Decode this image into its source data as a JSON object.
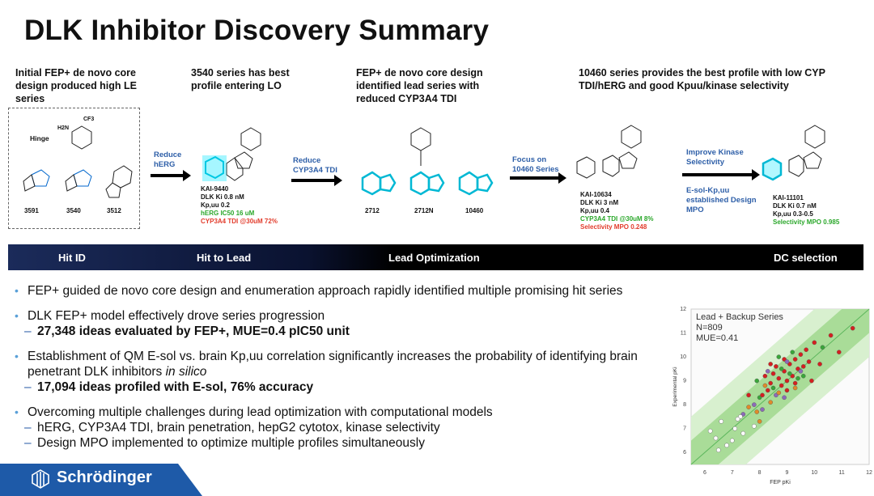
{
  "title": "DLK Inhibitor Discovery Summary",
  "captions": {
    "hit": "Initial FEP+ de novo core design produced high LE series",
    "lo_entry": "3540 series has best profile entering LO",
    "lead_series": "FEP+ de novo core design identified lead series with reduced CYP3A4 TDI",
    "best_profile": "10460 series provides the best profile with low CYP TDI/hERG and good Kpuu/kinase selectivity"
  },
  "hit_box": {
    "hinge_label": "Hinge",
    "series": [
      "3591",
      "3540",
      "3512"
    ]
  },
  "arrows": {
    "a1": "Reduce hERG",
    "a2": "Reduce CYP3A4 TDI",
    "a3": "Focus on 10460 Series",
    "a4_top": "Improve Kinase Selectivity",
    "a4_bottom": "E-sol-Kp,uu established Design MPO"
  },
  "compounds": {
    "kai9440": {
      "name": "KAI-9440",
      "ki": "DLK Ki 0.8 nM",
      "kpuu": "Kp,uu 0.2",
      "herg": "hERG IC50 16 uM",
      "cyp": "CYP3A4 TDI @30uM 72%"
    },
    "cores": [
      "2712",
      "2712N",
      "10460"
    ],
    "kai10634": {
      "name": "KAI-10634",
      "ki": "DLK Ki 3 nM",
      "kpuu": "Kp,uu 0.4",
      "cyp": "CYP3A4 TDI @30uM 8%",
      "mpo": "Selectivity MPO 0.248"
    },
    "kai11101": {
      "name": "KAI-11101",
      "ki": "DLK Ki 0.7 nM",
      "kpuu": "Kp,uu 0.3-0.5",
      "mpo": "Selectivity MPO 0.985"
    }
  },
  "stages": [
    "Hit ID",
    "Hit to Lead",
    "Lead Optimization",
    "DC selection"
  ],
  "bullets": {
    "b1": "FEP+ guided de novo core design and enumeration approach rapidly identified multiple promising hit series",
    "b2": "DLK FEP+ model effectively drove series progression",
    "b2_sub": "27,348 ideas evaluated by FEP+, MUE=0.4 pIC50 unit",
    "b3a": "Establishment of QM E-sol vs. brain Kp,uu correlation significantly increases the probability of identifying brain penetrant DLK inhibitors ",
    "b3_italic": "in silico",
    "b3_sub": "17,094 ideas profiled with E-sol, 76% accuracy",
    "b4": "Overcoming multiple challenges during lead optimization with computational models",
    "b4_sub1": "hERG, CYP3A4 TDI, brain penetration, hepG2 cytotox, kinase selectivity",
    "b4_sub2": "Design MPO implemented to optimize multiple profiles simultaneously"
  },
  "chart_data": {
    "type": "scatter",
    "legend_text": [
      "Lead + Backup Series",
      "N=809",
      "MUE=0.41"
    ],
    "xlabel": "FEP pKi",
    "ylabel": "Experimental pKi",
    "xlim": [
      5.5,
      12
    ],
    "ylim": [
      5.5,
      12
    ],
    "xticks": [
      "6",
      "7",
      "8",
      "9",
      "10",
      "11",
      "12"
    ],
    "yticks": [
      "6",
      "7",
      "8",
      "9",
      "10",
      "11",
      "12"
    ],
    "series_colors": [
      "#d42020",
      "#3aa63a",
      "#8c6ab8",
      "#e08a2a",
      "#ffffff"
    ],
    "points": [
      [
        8.9,
        9.4,
        0
      ],
      [
        9.1,
        9.7,
        0
      ],
      [
        8.7,
        9.1,
        0
      ],
      [
        9.3,
        9.9,
        0
      ],
      [
        8.5,
        9.3,
        0
      ],
      [
        9.0,
        9.0,
        0
      ],
      [
        9.4,
        9.5,
        0
      ],
      [
        8.8,
        8.8,
        0
      ],
      [
        9.6,
        9.6,
        0
      ],
      [
        8.4,
        8.9,
        0
      ],
      [
        9.2,
        9.2,
        0
      ],
      [
        8.6,
        9.6,
        0
      ],
      [
        9.5,
        10.1,
        0
      ],
      [
        8.3,
        8.6,
        0
      ],
      [
        9.8,
        9.8,
        0
      ],
      [
        8.9,
        9.9,
        0
      ],
      [
        9.0,
        8.6,
        0
      ],
      [
        9.7,
        10.3,
        0
      ],
      [
        8.2,
        9.2,
        0
      ],
      [
        9.3,
        8.9,
        0
      ],
      [
        8.8,
        9.5,
        1
      ],
      [
        9.1,
        9.3,
        1
      ],
      [
        8.5,
        8.7,
        1
      ],
      [
        9.4,
        9.1,
        1
      ],
      [
        8.0,
        8.3,
        1
      ],
      [
        8.7,
        10.0,
        1
      ],
      [
        9.6,
        9.2,
        1
      ],
      [
        10.3,
        10.4,
        1
      ],
      [
        7.9,
        9.0,
        1
      ],
      [
        9.2,
        10.2,
        1
      ],
      [
        8.6,
        8.4,
        2
      ],
      [
        9.0,
        9.8,
        2
      ],
      [
        8.3,
        9.4,
        2
      ],
      [
        9.5,
        9.4,
        2
      ],
      [
        7.8,
        8.0,
        2
      ],
      [
        8.9,
        8.3,
        2
      ],
      [
        7.4,
        7.6,
        2
      ],
      [
        8.1,
        7.8,
        2
      ],
      [
        8.4,
        8.1,
        3
      ],
      [
        7.9,
        7.7,
        3
      ],
      [
        8.7,
        8.5,
        3
      ],
      [
        8.2,
        8.8,
        3
      ],
      [
        9.3,
        8.7,
        3
      ],
      [
        7.6,
        7.9,
        3
      ],
      [
        8.0,
        7.3,
        3
      ],
      [
        6.4,
        6.6,
        4
      ],
      [
        6.8,
        6.3,
        4
      ],
      [
        7.1,
        7.0,
        4
      ],
      [
        6.2,
        6.9,
        4
      ],
      [
        7.4,
        6.8,
        4
      ],
      [
        6.6,
        7.3,
        4
      ],
      [
        7.8,
        7.1,
        4
      ],
      [
        7.0,
        6.5,
        4
      ],
      [
        6.5,
        6.1,
        4
      ],
      [
        7.3,
        7.5,
        4
      ],
      [
        11.4,
        11.2,
        0
      ],
      [
        10.6,
        10.9,
        0
      ],
      [
        10.9,
        10.2,
        0
      ],
      [
        10.2,
        9.7,
        0
      ],
      [
        7.6,
        8.4,
        0
      ],
      [
        7.2,
        7.4,
        4
      ],
      [
        8.1,
        8.4,
        0
      ],
      [
        8.4,
        9.7,
        0
      ],
      [
        9.9,
        9.0,
        0
      ],
      [
        10.0,
        10.6,
        0
      ]
    ]
  }
}
